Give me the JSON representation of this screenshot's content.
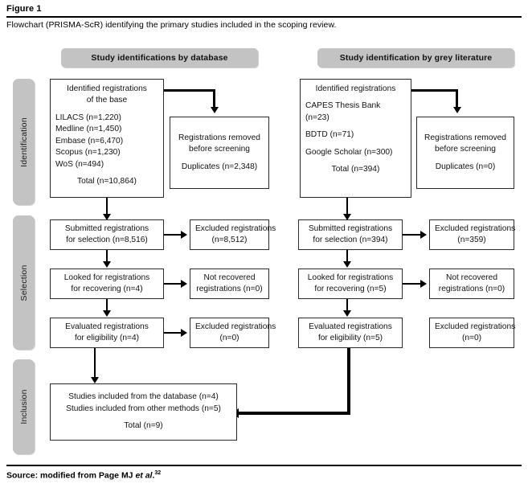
{
  "figure": {
    "label": "Figure 1",
    "caption": "Flowchart (PRISMA-ScR) identifying the primary studies included in the scoping review.",
    "source_prefix": "Source: modified from Page MJ ",
    "source_italic": "et al",
    "source_suffix": ".",
    "source_citation": "32"
  },
  "phases": {
    "identification": "Identification",
    "selection": "Selection",
    "inclusion": "Inclusion"
  },
  "columns": {
    "database_header": "Study identifications by database",
    "grey_header": "Study identification by grey literature"
  },
  "database": {
    "identified": {
      "title_line1": "Identified registrations",
      "title_line2": "of the base",
      "sources": [
        "LILACS (n=1,220)",
        "Medline (n=1,450)",
        "Embase (n=6,470)",
        "Scopus (n=1,230)",
        "WoS (n=494)"
      ],
      "total": "Total (n=10,864)"
    },
    "removed": {
      "line1": "Registrations removed",
      "line2": "before screening",
      "line3": "Duplicates (n=2,348)"
    },
    "submitted": {
      "line1": "Submitted registrations",
      "line2": "for selection (n=8,516)"
    },
    "submitted_excluded": {
      "line1": "Excluded registrations",
      "line2": "(n=8,512)"
    },
    "looked": {
      "line1": "Looked for registrations",
      "line2": "for recovering (n=4)"
    },
    "not_recovered": {
      "line1": "Not recovered",
      "line2": "registrations (n=0)"
    },
    "evaluated": {
      "line1": "Evaluated registrations",
      "line2": "for eligibility (n=4)"
    },
    "evaluated_excluded": {
      "line1": "Excluded registrations",
      "line2": "(n=0)"
    }
  },
  "grey": {
    "identified": {
      "title": "Identified registrations",
      "sources": [
        "CAPES Thesis Bank",
        "(n=23)",
        "BDTD (n=71)",
        "Google Scholar (n=300)"
      ],
      "total": "Total (n=394)"
    },
    "removed": {
      "line1": "Registrations removed",
      "line2": "before screening",
      "line3": "Duplicates (n=0)"
    },
    "submitted": {
      "line1": "Submitted registrations",
      "line2": "for selection (n=394)"
    },
    "submitted_excluded": {
      "line1": "Excluded registrations",
      "line2": "(n=359)"
    },
    "looked": {
      "line1": "Looked for registrations",
      "line2": "for recovering (n=5)"
    },
    "not_recovered": {
      "line1": "Not recovered",
      "line2": "registrations (n=0)"
    },
    "evaluated": {
      "line1": "Evaluated registrations",
      "line2": "for eligibility (n=5)"
    },
    "evaluated_excluded": {
      "line1": "Excluded registrations",
      "line2": "(n=0)"
    }
  },
  "inclusion": {
    "line1": "Studies included from the database (n=4)",
    "line2": "Studies included from other methods (n=5)",
    "line3": "Total (n=9)"
  },
  "colors": {
    "phase_gray": "#c3c3c3",
    "box_border": "#2b2b2b",
    "connector": "#000000",
    "page_background": "#ffffff"
  }
}
